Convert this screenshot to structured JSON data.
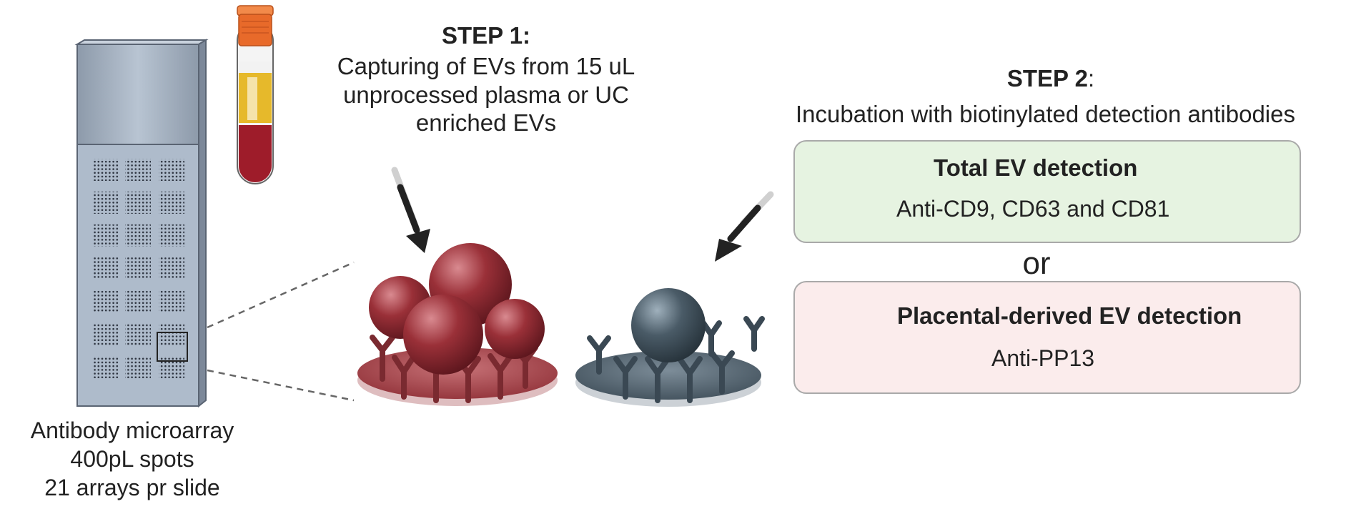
{
  "step1": {
    "title": "STEP 1:",
    "lines": [
      "Capturing of EVs from 15 uL",
      "unprocessed plasma or UC",
      "enriched EVs"
    ]
  },
  "step2": {
    "title": "STEP 2",
    "title_suffix": ":",
    "subtitle": "Incubation with biotinylated detection antibodies"
  },
  "microarray": {
    "lines": [
      "Antibody microarray",
      "400pL spots",
      "21 arrays pr slide"
    ]
  },
  "total_box": {
    "title": "Total EV detection",
    "subtitle": "Anti-CD9, CD63 and CD81",
    "fill": "#e6f3e1",
    "icon_color": "#3dcc3d"
  },
  "or_label": "or",
  "placental_box": {
    "title": "Placental-derived EV detection",
    "subtitle": "Anti-PP13",
    "fill": "#fbecec",
    "icon_color": "#e8294f"
  },
  "colors": {
    "ev_red": "#9a3038",
    "ev_dark": "#3f4f5b",
    "slide": "#a9b6c6",
    "tube_cap": "#e86a2a",
    "serum": "#e6b92b",
    "blood": "#9e1c2a"
  }
}
